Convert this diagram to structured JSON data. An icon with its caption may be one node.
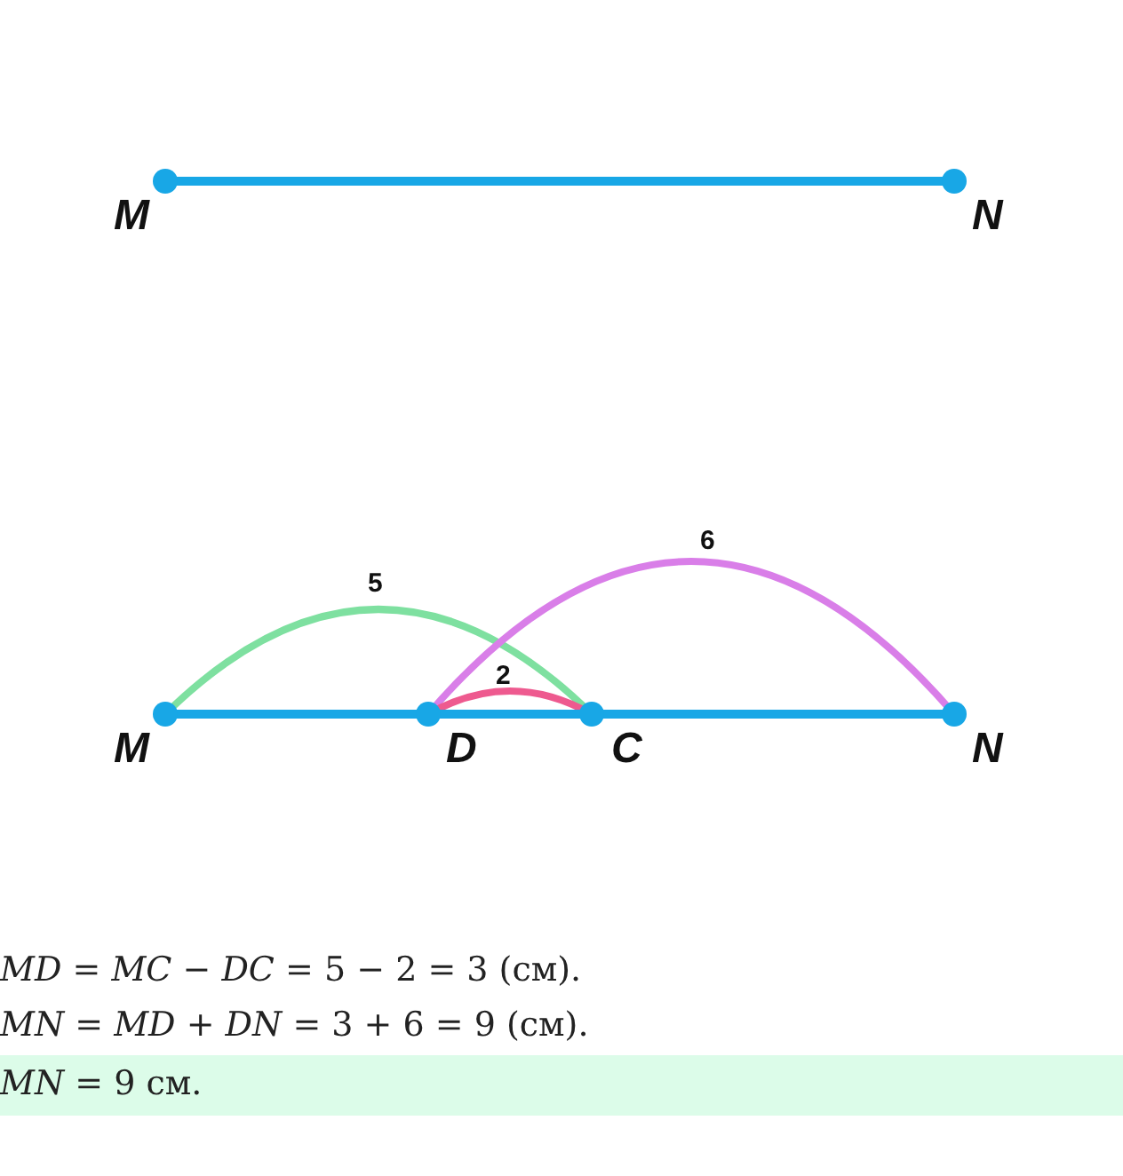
{
  "diagram": {
    "labels": [
      "M",
      "N",
      "6",
      "5",
      "2",
      "M",
      "D",
      "C",
      "N",
      "*MD* = *MC* − *DC* = 5 − 2 = 3 (см).",
      "*MN* = *MD* + *DN* = 3 + 6 = 9 (см).",
      "*MN* = 9 см."
    ]
  }
}
